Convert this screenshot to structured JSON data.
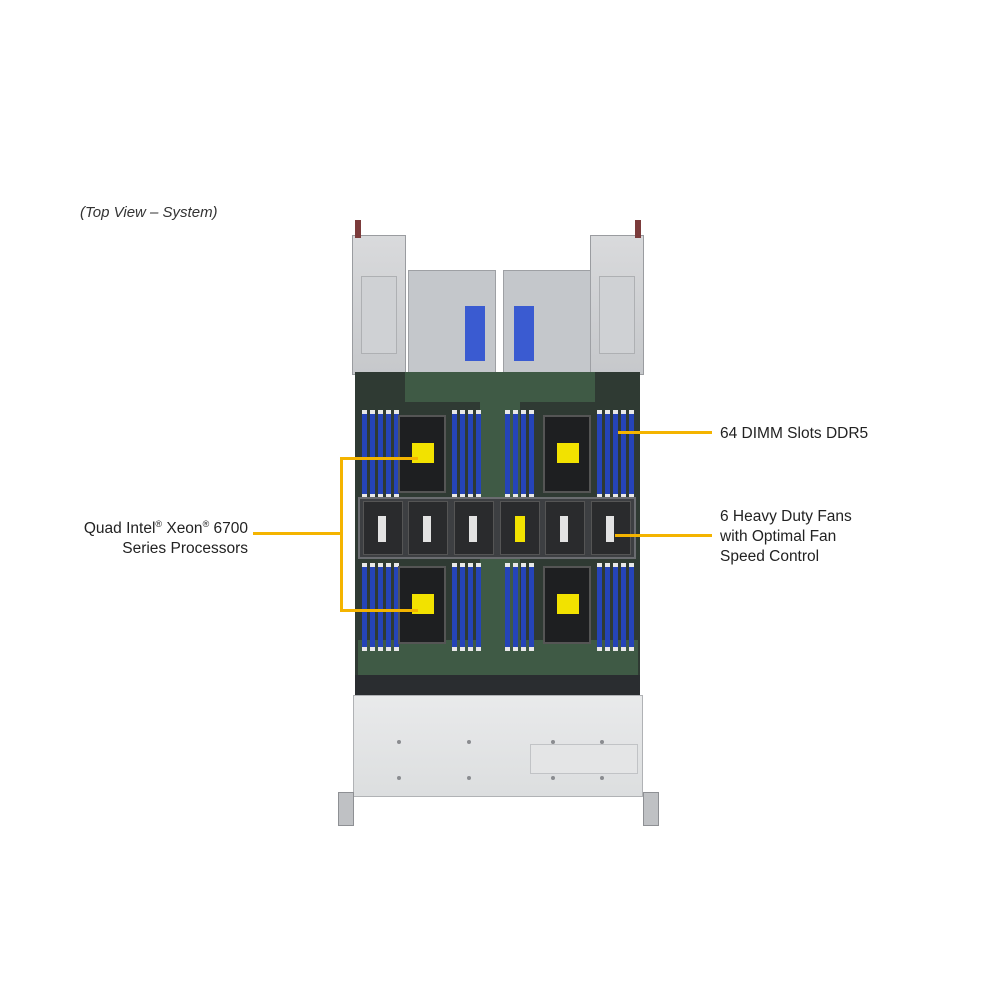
{
  "caption": "(Top View – System)",
  "callouts": {
    "processors": {
      "line1_prefix": "Quad Intel",
      "reg": "®",
      "line1_mid": " Xeon",
      "line1_suffix": " 6700",
      "line2": "Series Processors"
    },
    "dimm": {
      "text": "64 DIMM Slots DDR5"
    },
    "fans": {
      "line1": "6 Heavy Duty Fans",
      "line2": "with Optimal Fan",
      "line3": "Speed Control"
    }
  },
  "colors": {
    "leader": "#f4b400",
    "dimm": "#2544b8",
    "cpu_label": "#f2e200"
  }
}
